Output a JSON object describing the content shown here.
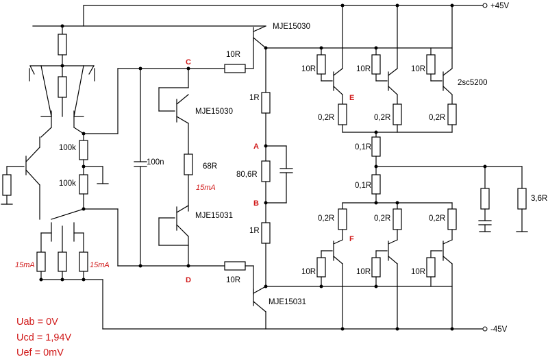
{
  "rails": {
    "positive": "+45V",
    "negative": "-45V"
  },
  "nodes": {
    "a": "A",
    "b": "B",
    "c": "C",
    "d": "D",
    "e": "E",
    "f": "F"
  },
  "transistors": {
    "driver_top": "MJE15030",
    "bias_top": "MJE15030",
    "bias_bottom": "MJE15031",
    "driver_bottom": "MJE15031",
    "output": "2sc5200"
  },
  "resistors": {
    "r_10": "10R",
    "r_1": "1R",
    "r_02": "0,2R",
    "r_01": "0,1R",
    "r_100k": "100k",
    "r_68": "68R",
    "r_806": "80,6R",
    "r_36": "3,6R"
  },
  "capacitors": {
    "c_100n": "100n"
  },
  "currents": {
    "i_15": "15mA"
  },
  "notes": {
    "uab": "Uab = 0V",
    "ucd": "Ucd = 1,94V",
    "uef": "Uef = 0mV"
  }
}
